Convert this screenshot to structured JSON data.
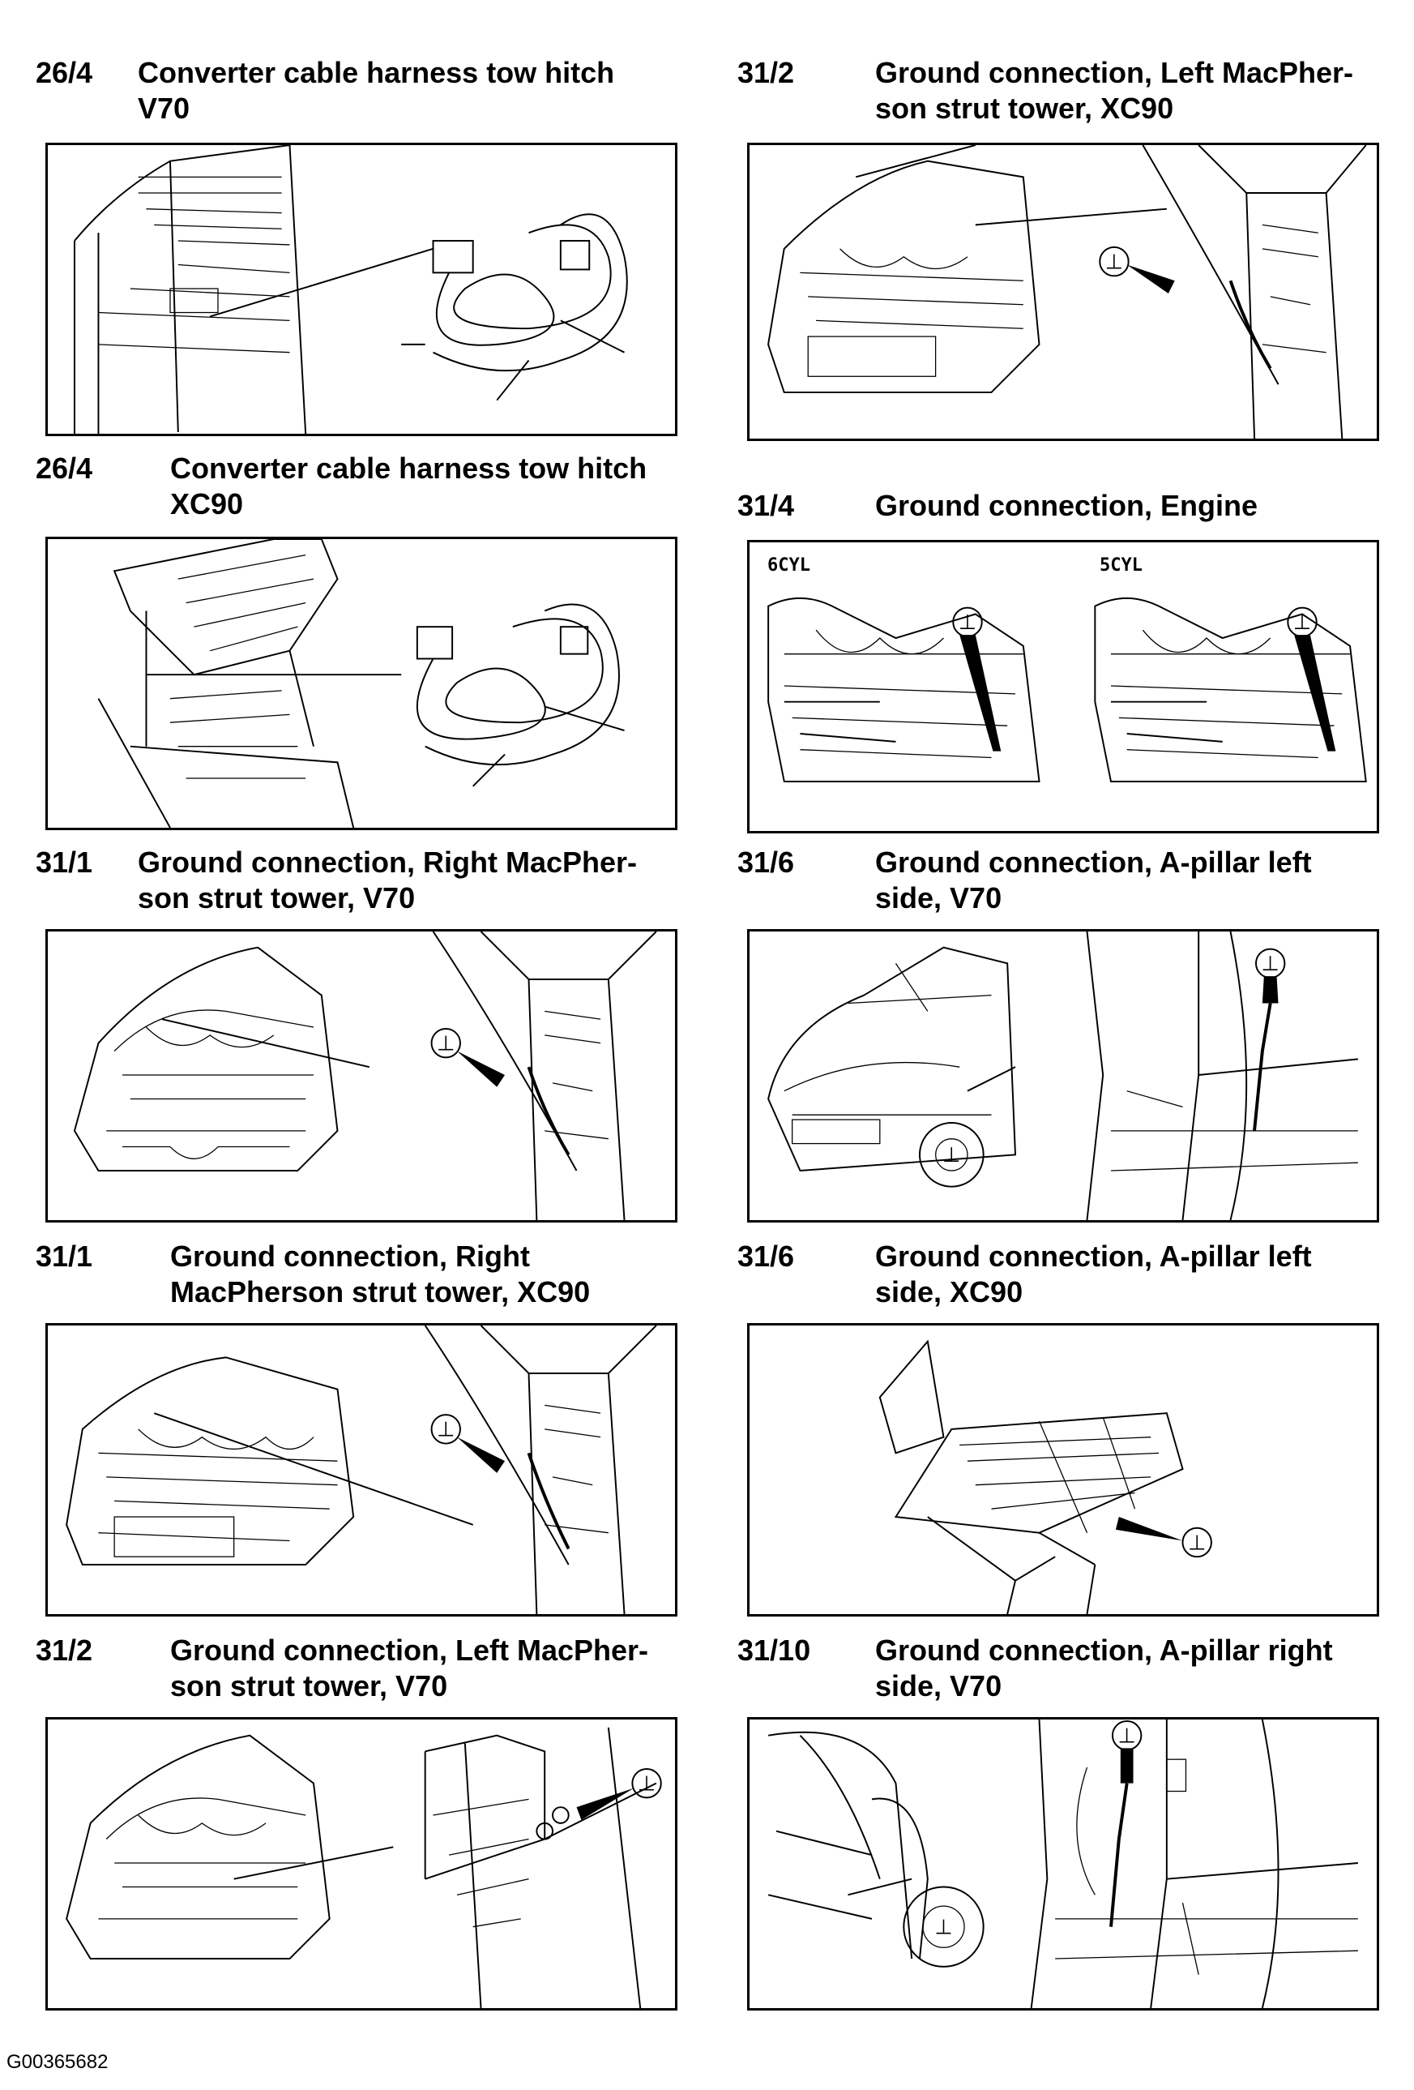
{
  "entries": [
    {
      "code": "26/4",
      "title": "Converter cable harness tow hitch\nV70"
    },
    {
      "code": "26/4",
      "title": "Converter cable harness tow hitch\nXC90"
    },
    {
      "code": "31/1",
      "title": "Ground connection, Right MacPher-\nson strut tower, V70"
    },
    {
      "code": "31/1",
      "title": "Ground connection, Right\nMacPherson strut tower, XC90"
    },
    {
      "code": "31/2",
      "title": "Ground connection, Left MacPher-\nson strut tower, V70"
    },
    {
      "code": "31/2",
      "title": "Ground connection, Left MacPher-\nson strut tower, XC90"
    },
    {
      "code": "31/4",
      "title": "Ground connection, Engine"
    },
    {
      "code": "31/6",
      "title": "Ground connection, A-pillar left\nside, V70"
    },
    {
      "code": "31/6",
      "title": "Ground connection, A-pillar left\nside, XC90"
    },
    {
      "code": "31/10",
      "title": "Ground connection, A-pillar right\nside, V70"
    }
  ],
  "engine_variants": [
    "6CYL",
    "5CYL"
  ],
  "ground_symbol": "⊥",
  "footer_code": "G00365682",
  "icons": {
    "ground": "ground-symbol-icon",
    "harness": "cable-harness-illustration",
    "engine_bay": "engine-bay-illustration",
    "strut_tower": "strut-tower-detail-illustration"
  }
}
